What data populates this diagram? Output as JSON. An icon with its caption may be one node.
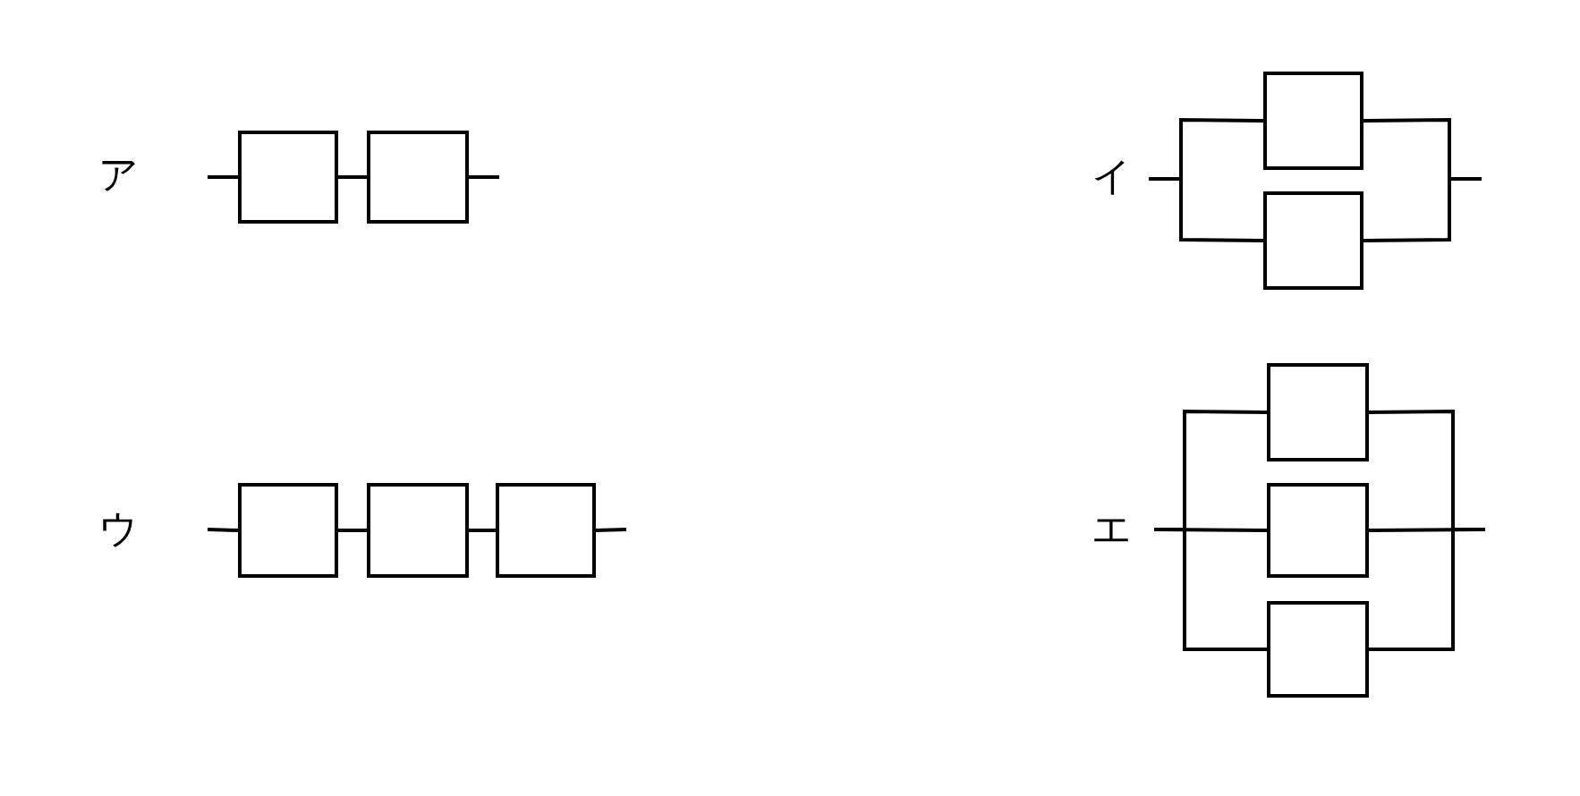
{
  "diagram": {
    "nodes": [
      {
        "text": [],
        "shape": "box"
      },
      {
        "text": [],
        "shape": "box"
      },
      {
        "text": [],
        "shape": "box"
      },
      {
        "text": [],
        "shape": "box"
      },
      {
        "text": [],
        "shape": "box"
      },
      {
        "text": [],
        "shape": "box"
      },
      {
        "text": [],
        "shape": "box"
      },
      {
        "text": [],
        "shape": "box"
      },
      {
        "text": [],
        "shape": "box"
      },
      {
        "text": [],
        "shape": "box"
      }
    ],
    "edges": [
      {
        "from": null,
        "to": 0,
        "arrow": "none"
      },
      {
        "from": 0,
        "to": 1,
        "arrow": "none"
      },
      {
        "from": 1,
        "to": null,
        "arrow": "none"
      },
      {
        "from": null,
        "to": 2,
        "arrow": "none"
      },
      {
        "from": null,
        "to": 3,
        "arrow": "none"
      },
      {
        "from": 2,
        "to": null,
        "arrow": "none"
      },
      {
        "from": 3,
        "to": null,
        "arrow": "none"
      },
      {
        "from": null,
        "to": 4,
        "arrow": "none"
      },
      {
        "from": 4,
        "to": 5,
        "arrow": "none"
      },
      {
        "from": 5,
        "to": 6,
        "arrow": "none"
      },
      {
        "from": 6,
        "to": null,
        "arrow": "none"
      },
      {
        "from": null,
        "to": 7,
        "arrow": "none"
      },
      {
        "from": null,
        "to": 8,
        "arrow": "none"
      },
      {
        "from": null,
        "to": 9,
        "arrow": "none"
      },
      {
        "from": 7,
        "to": null,
        "arrow": "none"
      },
      {
        "from": 8,
        "to": null,
        "arrow": "none"
      },
      {
        "from": 9,
        "to": null,
        "arrow": "none"
      }
    ],
    "labels": [
      "ア",
      "イ",
      "ウ",
      "エ"
    ]
  }
}
